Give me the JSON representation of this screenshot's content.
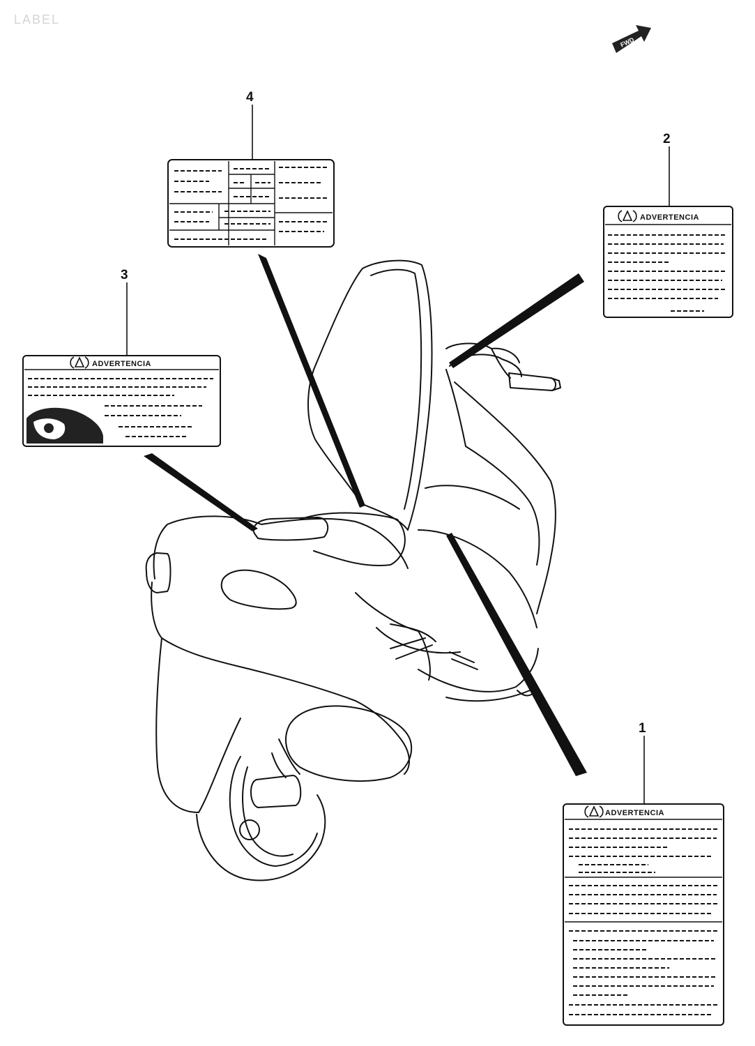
{
  "title": "LABEL",
  "front_indicator": "FWD",
  "labels": [
    {
      "ref": "1",
      "heading": "ADVERTENCIA"
    },
    {
      "ref": "2",
      "heading": "ADVERTENCIA"
    },
    {
      "ref": "3",
      "heading": "ADVERTENCIA"
    },
    {
      "ref": "4",
      "heading": ""
    }
  ]
}
